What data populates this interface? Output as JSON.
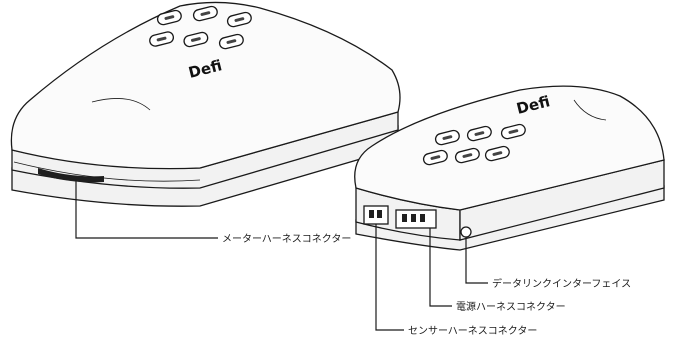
{
  "device_left": {
    "logo_text": "Defi",
    "connector_label": "メーターハーネスコネクター"
  },
  "device_right": {
    "logo_text": "Defi",
    "labels": {
      "data_link": "データリンクインターフェイス",
      "power": "電源ハーネスコネクター",
      "sensor": "センサーハーネスコネクター"
    }
  }
}
